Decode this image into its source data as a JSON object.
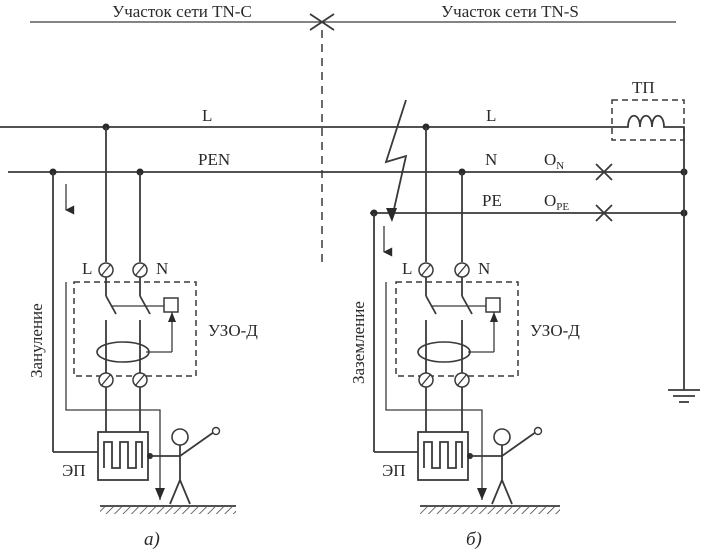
{
  "header": {
    "section_tnc": "Участок сети TN-C",
    "section_tns": "Участок сети TN-S"
  },
  "left": {
    "line_l": "L",
    "line_pen": "PEN",
    "terminal_l": "L",
    "terminal_n": "N",
    "device": "УЗО-Д",
    "vertical_label": "Зануление",
    "load": "ЭП",
    "caption": "а)"
  },
  "right": {
    "transformer": "ТП",
    "line_l": "L",
    "line_n": "N",
    "line_pe": "PE",
    "o_n_main": "O",
    "o_n_sub": "N",
    "o_pe_main": "O",
    "o_pe_sub": "PE",
    "terminal_l": "L",
    "terminal_n": "N",
    "device": "УЗО-Д",
    "vertical_label": "Заземление",
    "load": "ЭП",
    "caption": "б)"
  }
}
